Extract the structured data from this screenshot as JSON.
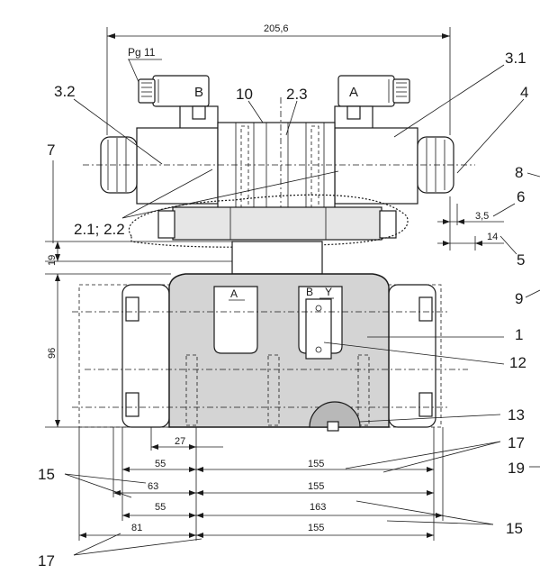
{
  "dimensions": {
    "overall_width": "205,6",
    "height_19": "19",
    "height_96": "96",
    "d_3_5": "3,5",
    "d_14": "14",
    "d_27": "27",
    "d_55_top": "55",
    "d_155_top": "155",
    "d_63": "63",
    "d_155_mid": "155",
    "d_55_low": "55",
    "d_163": "163",
    "d_81": "81",
    "d_155_bottom": "155"
  },
  "callouts": {
    "c_3_1": "3.1",
    "c_3_2": "3.2",
    "c_10": "10",
    "c_2_3": "2.3",
    "c_4": "4",
    "c_7": "7",
    "c_8": "8",
    "c_6": "6",
    "c_2_1_2_2": "2.1; 2.2",
    "c_5": "5",
    "c_9": "9",
    "c_1": "1",
    "c_12": "12",
    "c_13": "13",
    "c_17_right": "17",
    "c_19": "19",
    "c_15_left": "15",
    "c_15_right": "15",
    "c_17_bottom": "17"
  },
  "labels": {
    "pg11": "Pg 11",
    "solenoid_b": "B",
    "solenoid_a": "A",
    "port_a": "A",
    "port_b": "B",
    "port_y": "Y"
  }
}
